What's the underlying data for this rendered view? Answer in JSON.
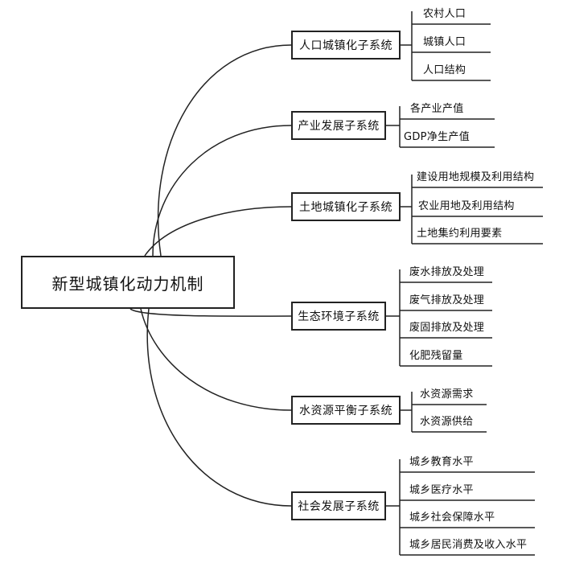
{
  "root": "新型城镇化动力机制",
  "subsystems": [
    {
      "label": "人口城镇化子系统",
      "leaves": [
        "农村人口",
        "城镇人口",
        "人口结构"
      ]
    },
    {
      "label": "产业发展子系统",
      "leaves": [
        "各产业产值",
        "GDP净生产值"
      ]
    },
    {
      "label": "土地城镇化子系统",
      "leaves": [
        "建设用地规模及利用结构",
        "农业用地及利用结构",
        "土地集约利用要素"
      ]
    },
    {
      "label": "生态环境子系统",
      "leaves": [
        "废水排放及处理",
        "废气排放及处理",
        "废固排放及处理",
        "化肥残留量"
      ]
    },
    {
      "label": "水资源平衡子系统",
      "leaves": [
        "水资源需求",
        "水资源供给"
      ]
    },
    {
      "label": "社会发展子系统",
      "leaves": [
        "城乡教育水平",
        "城乡医疗水平",
        "城乡社会保障水平",
        "城乡居民消费及收入水平"
      ]
    }
  ]
}
